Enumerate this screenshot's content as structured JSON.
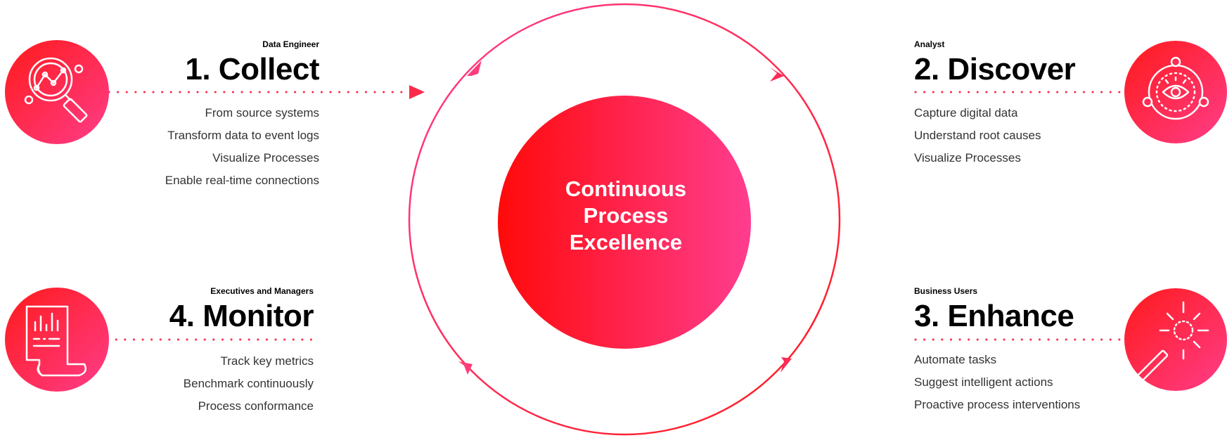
{
  "center": {
    "line1": "Continuous",
    "line2": "Process",
    "line3": "Excellence"
  },
  "colors": {
    "accent_red": "#ff1a1a",
    "accent_pink": "#ff3d8a",
    "text": "#333333"
  },
  "steps": [
    {
      "role": "Data Engineer",
      "title": "1. Collect",
      "icon": "magnifier-chart-icon",
      "items": [
        "From source systems",
        "Transform data to event logs",
        "Visualize Processes",
        "Enable real-time connections"
      ]
    },
    {
      "role": "Analyst",
      "title": "2. Discover",
      "icon": "eye-orbit-icon",
      "items": [
        "Capture digital data",
        "Understand root causes",
        "Visualize Processes"
      ]
    },
    {
      "role": "Business Users",
      "title": "3. Enhance",
      "icon": "magic-wand-icon",
      "items": [
        "Automate tasks",
        "Suggest intelligent actions",
        "Proactive process interventions"
      ]
    },
    {
      "role": "Executives and Managers",
      "title": "4. Monitor",
      "icon": "report-document-icon",
      "items": [
        "Track key metrics",
        "Benchmark continuously",
        "Process conformance"
      ]
    }
  ]
}
